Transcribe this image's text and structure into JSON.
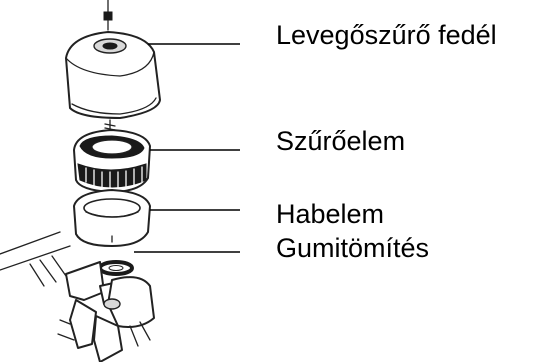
{
  "labels": {
    "cover": "Levegőszűrő fedél",
    "element": "Szűrőelem",
    "foam": "Habelem",
    "gasket": "Gumitömítés"
  },
  "colors": {
    "ink": "#000000",
    "background": "#ffffff"
  }
}
